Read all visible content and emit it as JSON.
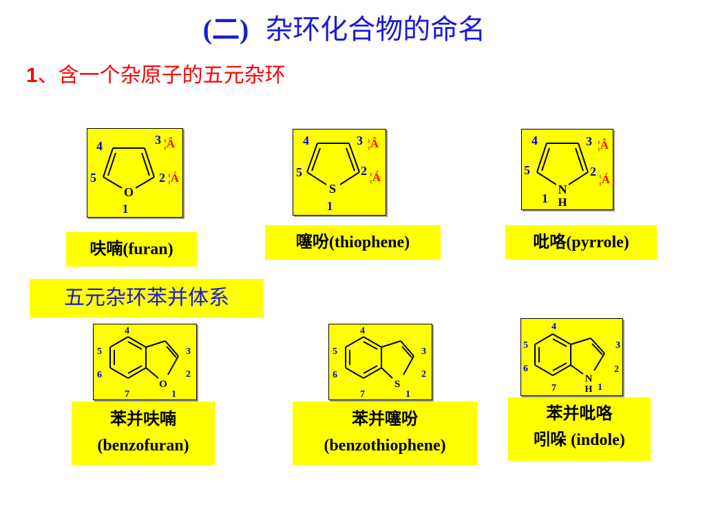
{
  "header": {
    "title_paren": "(二)",
    "title_text": "杂环化合物的命名"
  },
  "subtitle": {
    "number": "1",
    "text": "、含一个杂原子的五元杂环"
  },
  "locant_marks": {
    "upper": "¦Â",
    "lower": "¦Á"
  },
  "five_membered": [
    {
      "id": "furan",
      "heteroatom": "O",
      "numbers": {
        "n1": "1",
        "n2": "2",
        "n3": "3",
        "n4": "4",
        "n5": "5"
      },
      "label": "呋喃(furan)"
    },
    {
      "id": "thiophene",
      "heteroatom": "S",
      "numbers": {
        "n1": "1",
        "n2": "2",
        "n3": "3",
        "n4": "4",
        "n5": "5"
      },
      "label": "噻吩(thiophene)"
    },
    {
      "id": "pyrrole",
      "heteroatom": "N",
      "heteroatom_h": "H",
      "numbers": {
        "n1": "1",
        "n2": "2",
        "n3": "3",
        "n4": "4",
        "n5": "5"
      },
      "label": "吡咯(pyrrole)"
    }
  ],
  "section": {
    "label": "五元杂环苯并体系"
  },
  "fused": [
    {
      "id": "benzofuran",
      "heteroatom": "O",
      "numbers": {
        "n1": "1",
        "n2": "2",
        "n3": "3",
        "n4": "4",
        "n5": "5",
        "n6": "6",
        "n7": "7"
      },
      "label_line1": "苯并呋喃",
      "label_line2": "(benzofuran)"
    },
    {
      "id": "benzothiophene",
      "heteroatom": "S",
      "numbers": {
        "n1": "1",
        "n2": "2",
        "n3": "3",
        "n4": "4",
        "n5": "5",
        "n6": "6",
        "n7": "7"
      },
      "label_line1": "苯并噻吩",
      "label_line2": "(benzothiophene)"
    },
    {
      "id": "indole",
      "heteroatom": "N",
      "heteroatom_h": "H",
      "numbers": {
        "n1": "1",
        "n2": "2",
        "n3": "3",
        "n4": "4",
        "n5": "5",
        "n6": "6",
        "n7": "7"
      },
      "label_line1": "苯并吡咯",
      "label_line2": "吲哚 (indole)"
    }
  ],
  "colors": {
    "title_blue": "#1a1ad6",
    "subtitle_red": "#ff0000",
    "box_yellow": "#ffff00",
    "number_blue": "#0000cc",
    "mark_red": "#ff0000"
  }
}
